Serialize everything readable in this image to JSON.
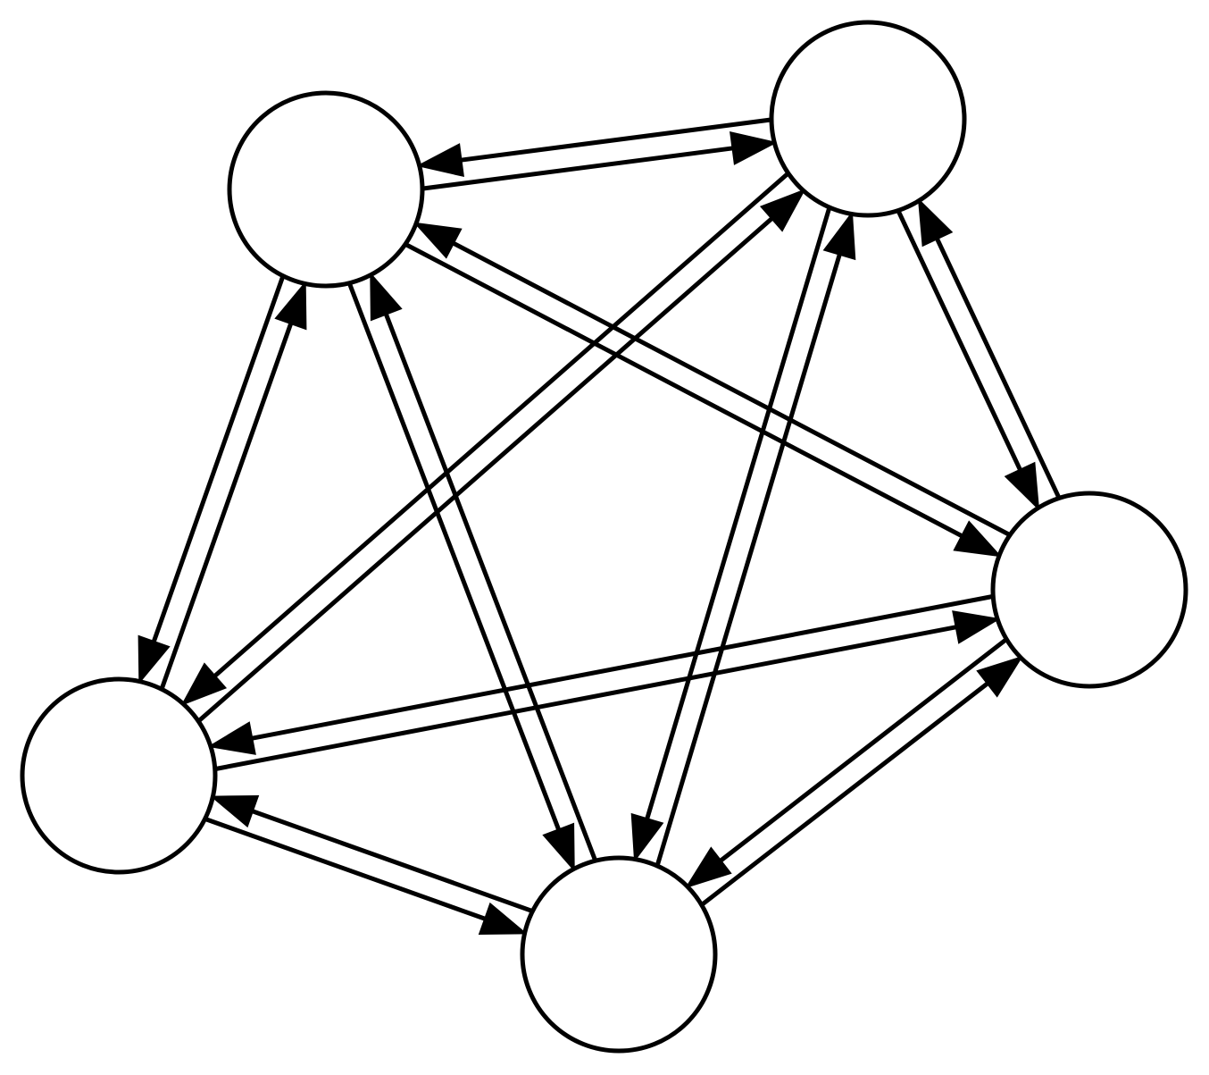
{
  "diagram": {
    "type": "directed-graph",
    "node_count": 5,
    "nodes": [
      {
        "id": "top-left",
        "label": ""
      },
      {
        "id": "top-right",
        "label": ""
      },
      {
        "id": "right",
        "label": ""
      },
      {
        "id": "bottom",
        "label": ""
      },
      {
        "id": "left",
        "label": ""
      }
    ],
    "edges": [
      {
        "from": "top-left",
        "to": "top-right"
      },
      {
        "from": "top-right",
        "to": "top-left"
      },
      {
        "from": "top-left",
        "to": "right"
      },
      {
        "from": "right",
        "to": "top-left"
      },
      {
        "from": "top-left",
        "to": "left"
      },
      {
        "from": "left",
        "to": "top-left"
      },
      {
        "from": "top-left",
        "to": "bottom"
      },
      {
        "from": "bottom",
        "to": "top-left"
      },
      {
        "from": "top-right",
        "to": "right"
      },
      {
        "from": "right",
        "to": "top-right"
      },
      {
        "from": "top-right",
        "to": "bottom"
      },
      {
        "from": "bottom",
        "to": "top-right"
      },
      {
        "from": "top-right",
        "to": "left"
      },
      {
        "from": "left",
        "to": "top-right"
      },
      {
        "from": "right",
        "to": "left"
      },
      {
        "from": "left",
        "to": "right"
      },
      {
        "from": "right",
        "to": "bottom"
      },
      {
        "from": "bottom",
        "to": "right"
      },
      {
        "from": "left",
        "to": "bottom"
      },
      {
        "from": "bottom",
        "to": "left"
      }
    ],
    "colors": {
      "stroke": "#000000",
      "node_fill": "#ffffff",
      "background": "#ffffff"
    }
  }
}
